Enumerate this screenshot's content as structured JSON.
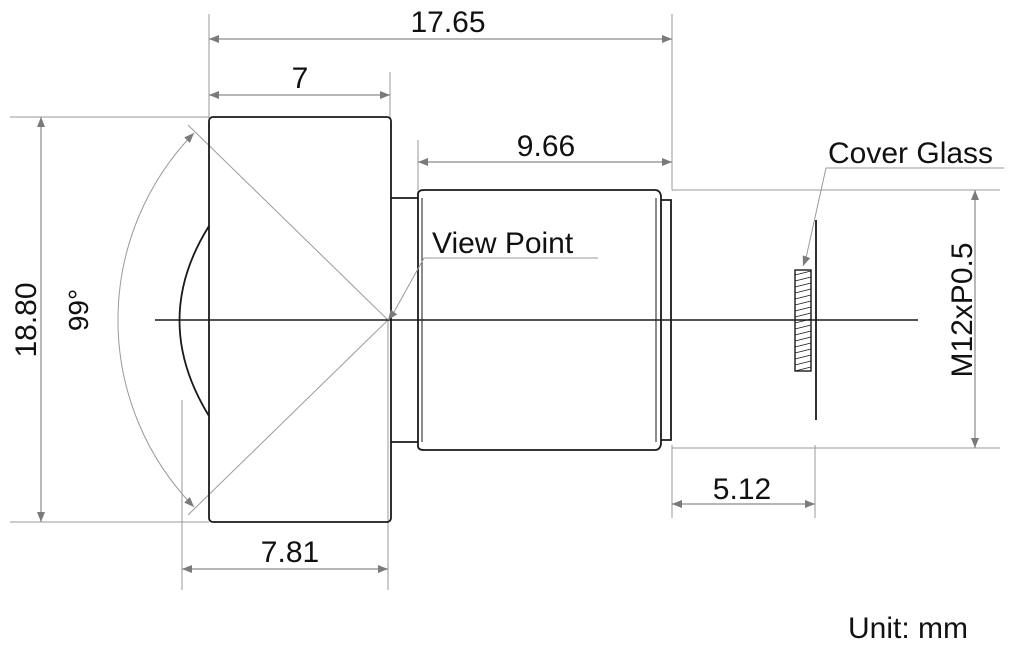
{
  "dimensions": {
    "overall_length": "17.65",
    "front_length": "7",
    "thread_length": "9.66",
    "height": "18.80",
    "base_to_view_point": "7.81",
    "back_focal": "5.12",
    "thread_spec": "M12xP0.5",
    "field_of_view": "99°"
  },
  "labels": {
    "view_point": "View Point",
    "cover_glass": "Cover Glass",
    "unit": "Unit: mm"
  },
  "colors": {
    "outline": "#1a1a1a",
    "dimension": "#8a8a8a",
    "arrow": "#7a7a7a"
  }
}
